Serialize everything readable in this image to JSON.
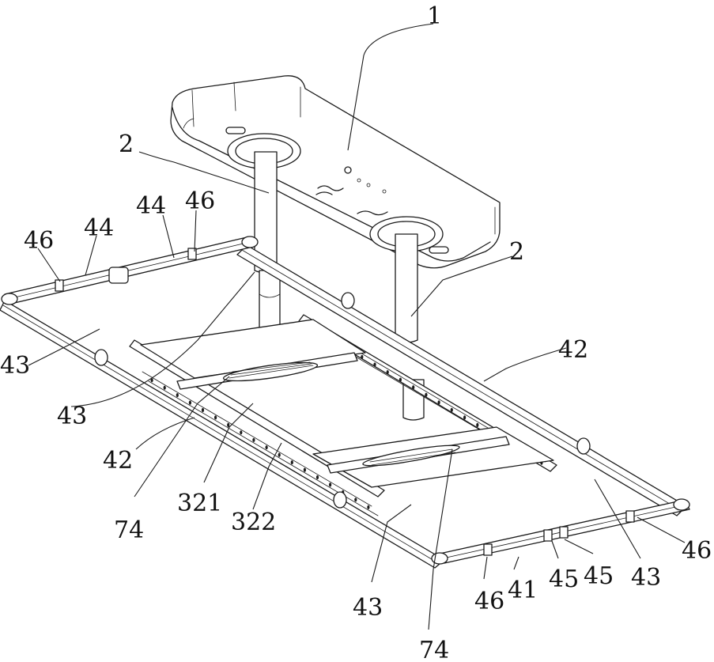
{
  "labels": {
    "l1": "1",
    "l2a": "2",
    "l2b": "2",
    "l44a": "44",
    "l46a": "46",
    "l46b": "46",
    "l44b": "44",
    "l43a": "43",
    "l43b": "43",
    "l42a": "42",
    "l42b": "42",
    "l74a": "74",
    "l321": "321",
    "l322": "322",
    "l43c": "43",
    "l74b": "74",
    "l46c": "46",
    "l41": "41",
    "l45a": "45",
    "l45b": "45",
    "l43d": "43",
    "l46d": "46"
  }
}
